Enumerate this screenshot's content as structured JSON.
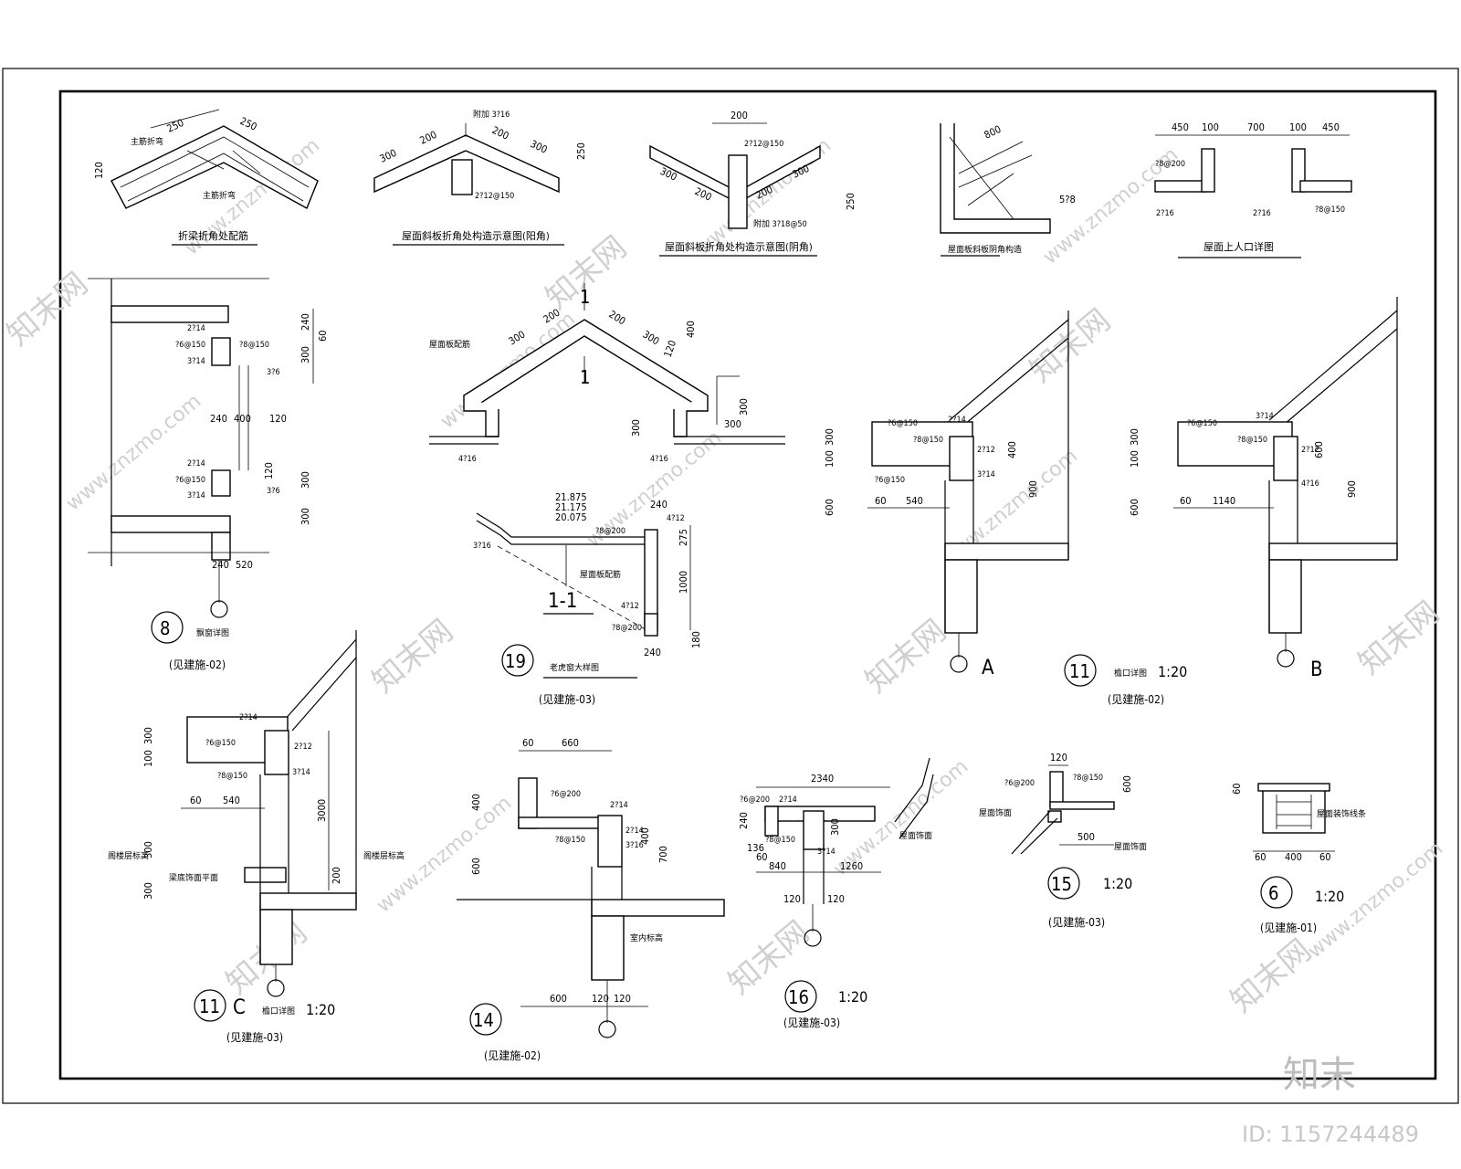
{
  "details": {
    "d1": {
      "title": "折梁折角处配筋",
      "labels": [
        "主筋折弯",
        "主筋折弯"
      ],
      "dims": [
        "250",
        "250",
        "120"
      ]
    },
    "d2": {
      "title": "屋面斜板折角处构造示意图(阳角)",
      "labels": [
        "附加 3?16",
        "2?12@150"
      ],
      "dims": [
        "300",
        "200",
        "200",
        "300",
        "250"
      ]
    },
    "d3": {
      "title": "屋面斜板折角处构造示意图(阴角)",
      "labels": [
        "2?12@150",
        "附加 3?18@50"
      ],
      "dims": [
        "200",
        "300",
        "200",
        "200",
        "300",
        "250"
      ]
    },
    "d4": {
      "title": "屋面板斜板阴角构造",
      "dims": [
        "800",
        "5?8"
      ]
    },
    "d5": {
      "title": "屋面上人口详图",
      "labels": [
        "?8@200",
        "2?16",
        "2?16",
        "?8@150"
      ],
      "dims": [
        "450",
        "100",
        "700",
        "100",
        "450"
      ]
    },
    "d8": {
      "num": "8",
      "title": "飘窗详图",
      "ref": "(见建施-02)",
      "labels": [
        "2?14",
        "?6@150",
        "3?14",
        "?8@150",
        "3?6",
        "2?14",
        "?6@150",
        "3?14",
        "3?6"
      ],
      "dims": [
        "240",
        "60",
        "300",
        "240",
        "400",
        "120",
        "120",
        "300",
        "300",
        "240",
        "520"
      ]
    },
    "d11": {
      "label": "1-1",
      "mark": "1",
      "dims": [
        "300",
        "200",
        "200",
        "300",
        "400",
        "120",
        "300",
        "300",
        "300"
      ],
      "labels": [
        "屋面板配筋",
        "4?16",
        "4?16"
      ]
    },
    "d19": {
      "num": "19",
      "title": "老虎窗大样图",
      "ref": "(见建施-03)",
      "elevs": [
        "21.875",
        "21.175",
        "20.075"
      ],
      "labels": [
        "?8@200",
        "4?12",
        "3?16",
        "屋面板配筋",
        "4?12",
        "?8@200"
      ],
      "dims": [
        "240",
        "275",
        "1000",
        "180",
        "240"
      ]
    },
    "d11a": {
      "mark": "A",
      "labels": [
        "?6@150",
        "2?14",
        "?8@150",
        "2?12",
        "3?14",
        "?6@150"
      ],
      "dims": [
        "300",
        "100",
        "400",
        "600",
        "900",
        "60",
        "540"
      ]
    },
    "d11b": {
      "num": "11",
      "mark": "B",
      "title": "檐口详图",
      "scale": "1:20",
      "ref": "(见建施-02)",
      "labels": [
        "?6@150",
        "3?14",
        "?8@150",
        "2?12",
        "4?16"
      ],
      "dims": [
        "300",
        "100",
        "600",
        "600",
        "900",
        "60",
        "1140"
      ]
    },
    "d11c": {
      "num": "11",
      "mark": "C",
      "title": "檐口详图",
      "scale": "1:20",
      "ref": "(见建施-03)",
      "labels": [
        "2?14",
        "?6@150",
        "2?12",
        "?8@150",
        "3?14",
        "阁楼层标高",
        "阁楼层标高",
        "梁底饰面平面"
      ],
      "dims": [
        "300",
        "100",
        "60",
        "540",
        "3000",
        "200",
        "300",
        "300"
      ]
    },
    "d14": {
      "num": "14",
      "ref": "(见建施-02)",
      "labels": [
        "?6@200",
        "2?14",
        "2?14",
        "?8@150",
        "3?16",
        "室内标高"
      ],
      "dims": [
        "60",
        "660",
        "400",
        "600",
        "400",
        "700",
        "600",
        "120",
        "120"
      ]
    },
    "d16": {
      "num": "16",
      "scale": "1:20",
      "ref": "(见建施-03)",
      "labels": [
        "?6@200",
        "2?14",
        "?8@150",
        "3?14",
        "屋面饰面"
      ],
      "dims": [
        "2340",
        "240",
        "136",
        "60",
        "300",
        "840",
        "1260",
        "120",
        "120"
      ]
    },
    "d15": {
      "num": "15",
      "scale": "1:20",
      "ref": "(见建施-03)",
      "labels": [
        "?6@200",
        "?8@150",
        "屋面饰面",
        "屋面饰面"
      ],
      "dims": [
        "120",
        "600",
        "500"
      ]
    },
    "d6": {
      "num": "6",
      "scale": "1:20",
      "ref": "(见建施-01)",
      "labels": [
        "屋面装饰线条"
      ],
      "dims": [
        "60",
        "60",
        "400",
        "60"
      ]
    }
  },
  "watermark": {
    "site": "www.znzmo.com",
    "brand": "知末网",
    "logo": "知末",
    "id_text": "ID: 1157244489"
  },
  "colors": {
    "line": "#000000",
    "watermark": "#d0d0d0",
    "background": "#ffffff"
  }
}
